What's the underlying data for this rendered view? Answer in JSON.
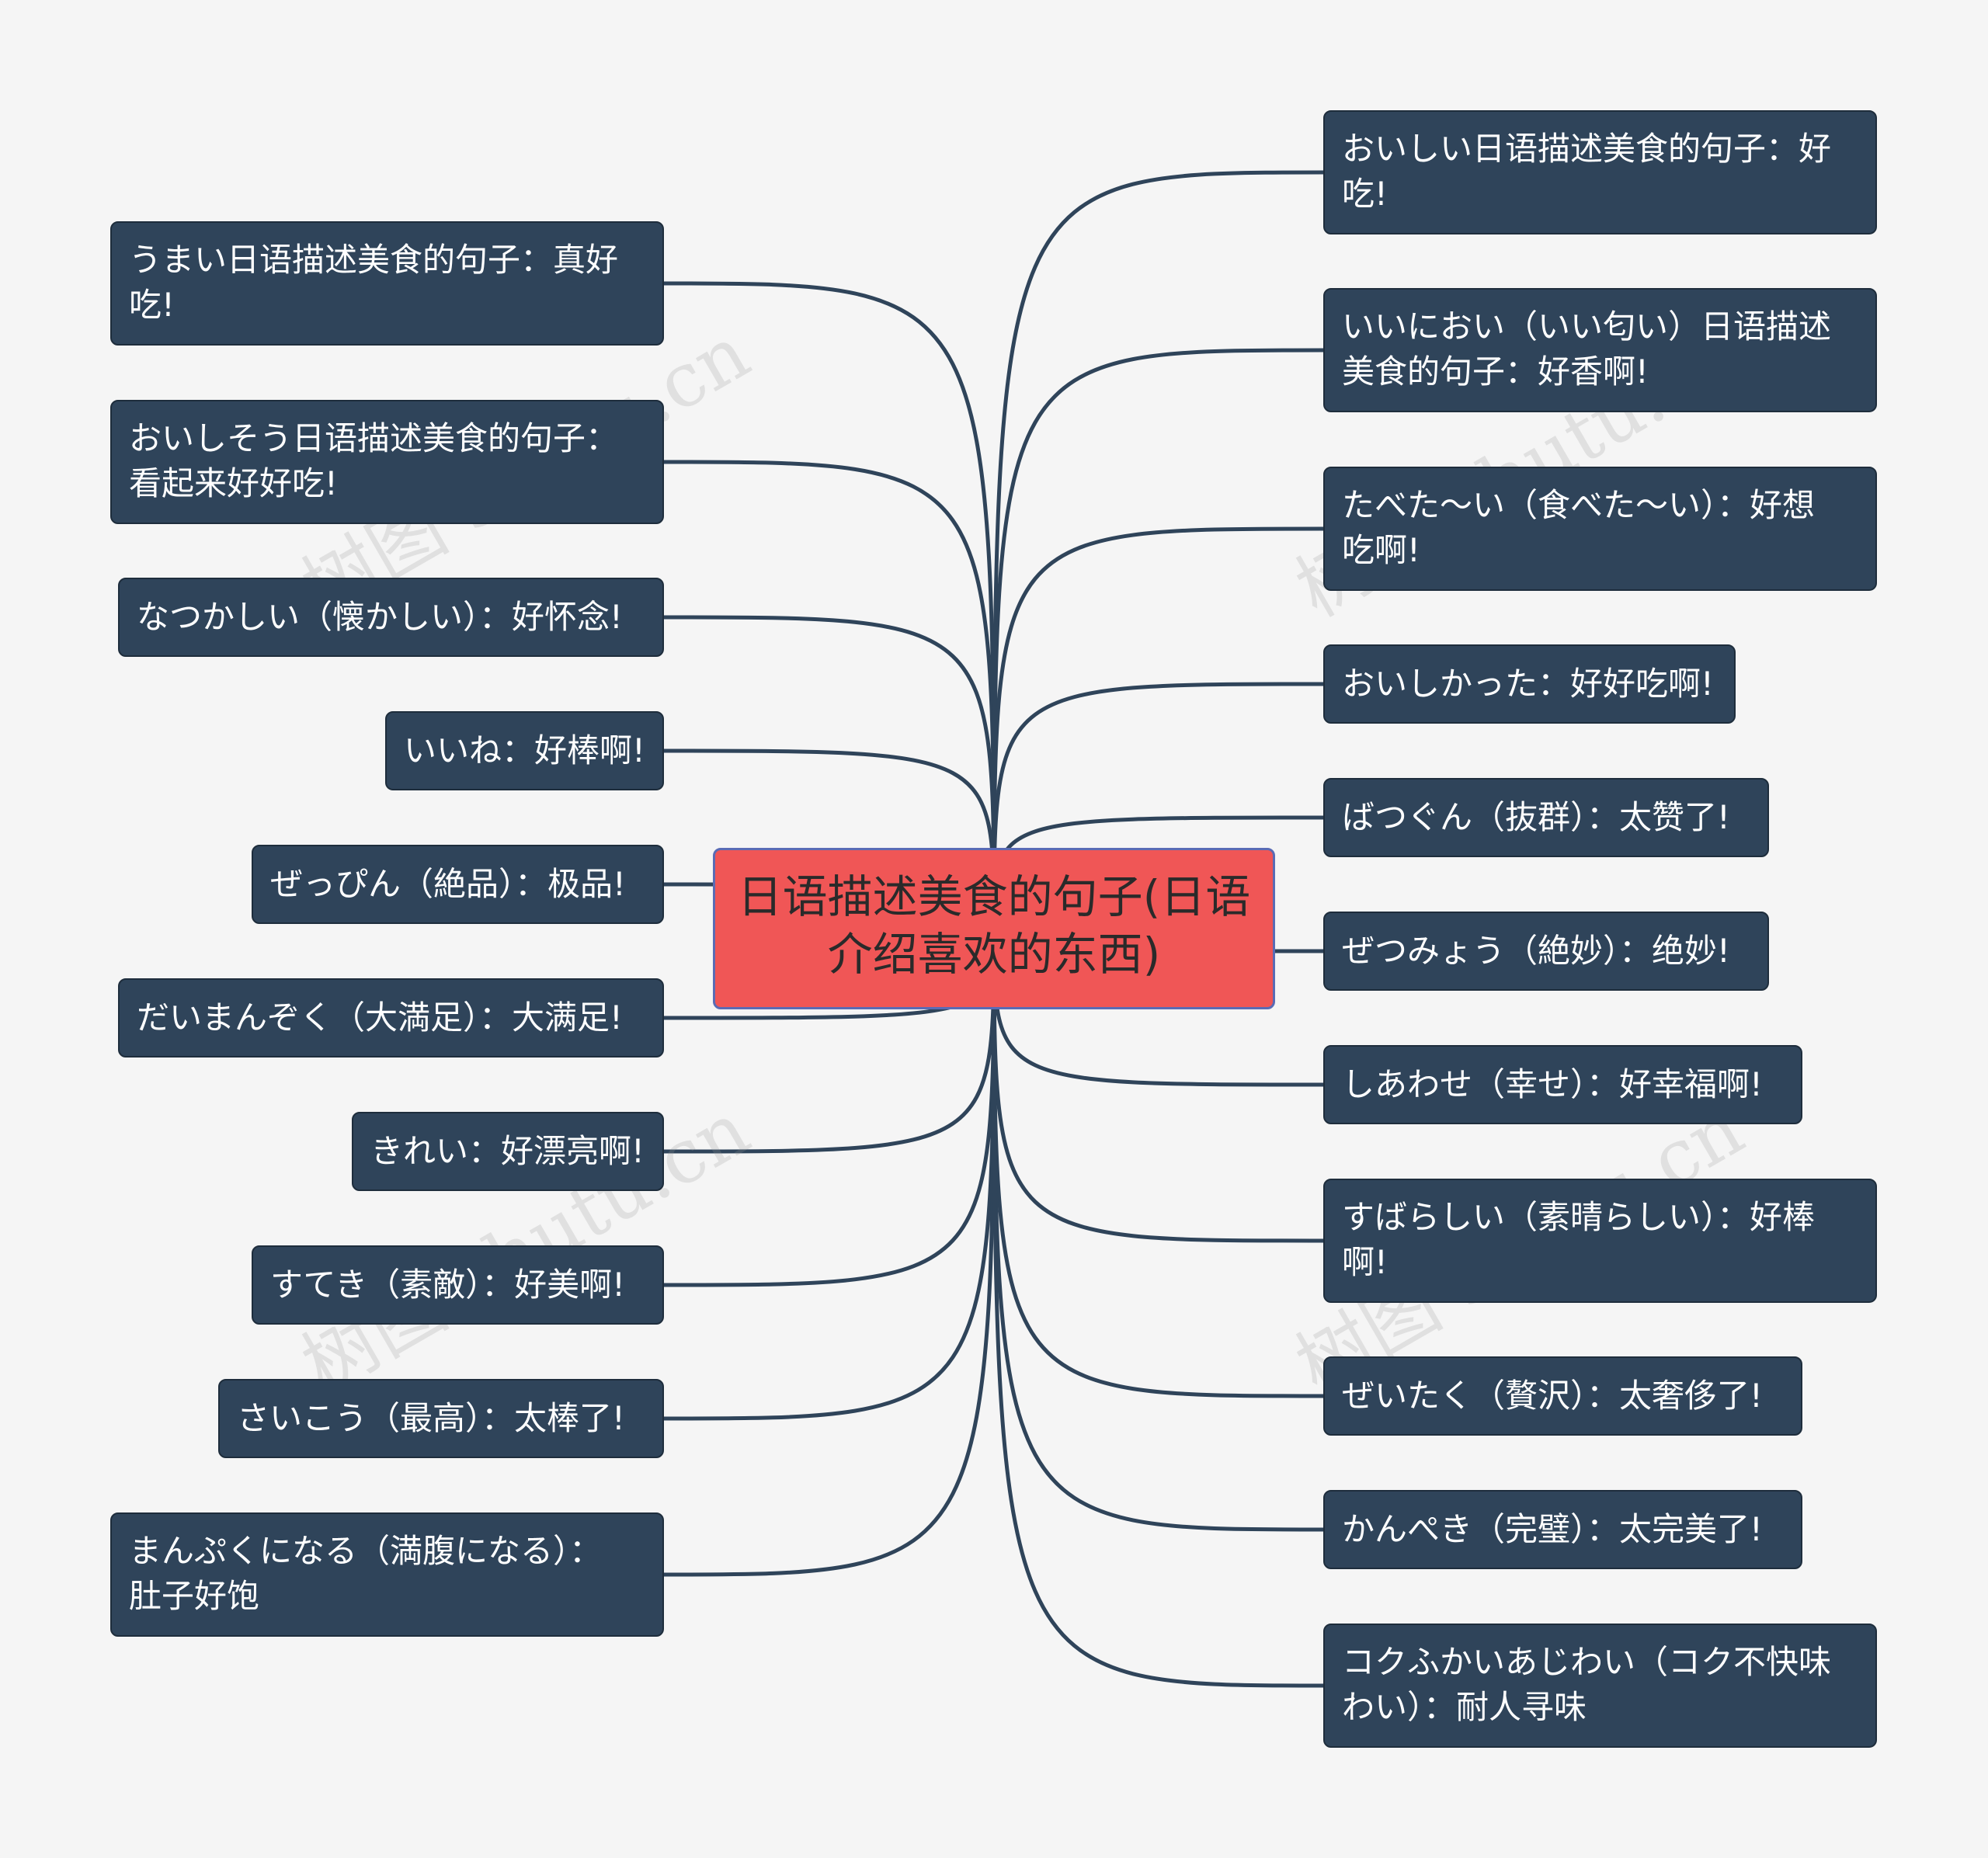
{
  "center": {
    "line1": "日语描述美食的句子(日语",
    "line2": "介绍喜欢的东西)"
  },
  "left": [
    "うまい日语描述美食的句子：真好\n吃!",
    "おいしそう日语描述美食的句子：\n看起来好好吃!",
    "なつかしい（懐かしい）：好怀念!",
    "いいね：好棒啊!",
    "ぜっぴん（絶品）：极品!",
    "だいまんぞく（大満足）：大满足!",
    "きれい：好漂亮啊!",
    "すてき（素敵）：好美啊!",
    "さいこう（最高）：太棒了!",
    "まんぷくになる（満腹になる）：\n肚子好饱"
  ],
  "right": [
    "おいしい日语描述美食的句子：好\n吃!",
    "いいにおい（いい匂い）日语描述\n美食的句子：好香啊!",
    "たべた～い（食べた～い）：好想\n吃啊!",
    "おいしかった：好好吃啊!",
    "ばつぐん（抜群）：太赞了!",
    "ぜつみょう（絶妙）：绝妙!",
    "しあわせ（幸せ）：好幸福啊!",
    "すばらしい（素晴らしい）：好棒\n啊!",
    "ぜいたく（贅沢）：太奢侈了!",
    "かんぺき（完璧）：太完美了!",
    "コクふかいあじわい（コク不快味\nわい）：耐人寻味"
  ],
  "colors": {
    "background": "#f5f5f5",
    "center_fill": "#f05656",
    "node_fill": "#2f445a",
    "link": "#2f445a"
  }
}
